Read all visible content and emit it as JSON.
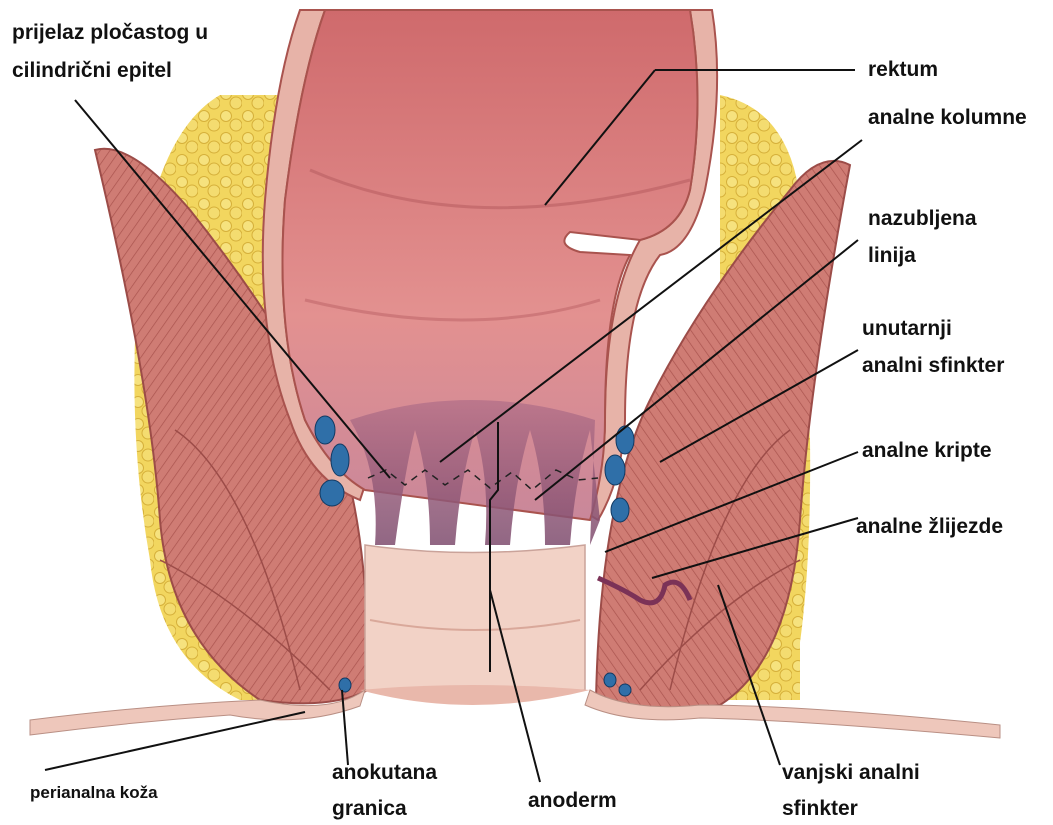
{
  "labels": {
    "prijelaz_line1": "prijelaz pločastog u",
    "prijelaz_line2": "cilindrični epitel",
    "rektum": "rektum",
    "analne_kolumne": "analne kolumne",
    "nazubljena_line1": "nazubljena",
    "nazubljena_line2": "linija",
    "unutarnji_line1": "unutarnji",
    "unutarnji_line2": "analni sfinkter",
    "analne_kripte": "analne kripte",
    "analne_zlijezde": "analne žlijezde",
    "vanjski_line1": "vanjski analni",
    "vanjski_line2": "sfinkter",
    "anoderm": "anoderm",
    "anokutana_line1": "anokutana",
    "anokutana_line2": "granica",
    "perianalna": "perianalna koža"
  },
  "colors": {
    "muscle": "#c9756f",
    "muscle_dark": "#a8544f",
    "mucosa": "#d9767a",
    "mucosa_light": "#e9a3a3",
    "fat": "#f1d35a",
    "fat_edge": "#d9b43a",
    "anoderm": "#f3cfc4",
    "columns": "#8e5573",
    "vein": "#2f6fa8",
    "leader": "#111111"
  }
}
